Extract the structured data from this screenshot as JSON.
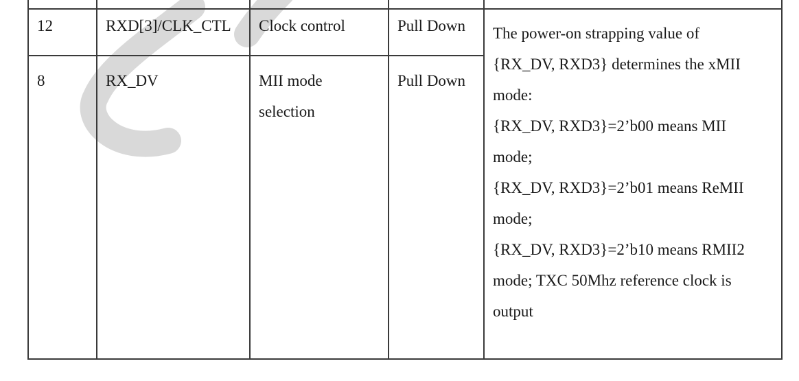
{
  "table": {
    "rows": [
      {
        "pin": "12",
        "name": "RXD[3]/CLK_CTL",
        "function": "Clock control",
        "default": "Pull Down"
      },
      {
        "pin": "8",
        "name": "RX_DV",
        "function_line1": "MII mode",
        "function_line2": "selection",
        "default": "Pull Down"
      }
    ],
    "description": {
      "p1_line1": "The power-on strapping value of",
      "p1_line2": "{RX_DV, RXD3} determines the xMII",
      "p1_line3": "mode:",
      "p2_line1": "{RX_DV, RXD3}=2’b00 means MII",
      "p2_line2": "mode;",
      "p3_line1": "{RX_DV, RXD3}=2’b01 means ReMII",
      "p3_line2": "mode;",
      "p4_line1": "{RX_DV, RXD3}=2’b10 means RMII2",
      "p4_line2": "mode; TXC 50Mhz reference clock is",
      "p4_line3": "output"
    }
  },
  "colors": {
    "border": "#3a3a3a",
    "text": "#1a1a1a",
    "watermark": "#d9d9d9"
  }
}
